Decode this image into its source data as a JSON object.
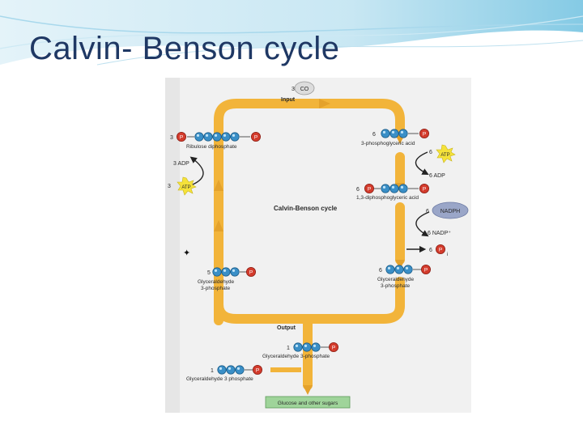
{
  "slide": {
    "title": "Calvin- Benson cycle"
  },
  "diagram": {
    "center_label": "Calvin-Benson cycle",
    "input": {
      "count": "3",
      "molecule": "CO",
      "label": "Input"
    },
    "output": {
      "label": "Output"
    },
    "left": {
      "rubp": {
        "count": "3",
        "name": "Ribulose diphosphate"
      },
      "adp": "3 ADP",
      "atp": {
        "count": "3",
        "label": "ATP"
      },
      "g3p": {
        "count": "5",
        "name_line1": "Glyceraldehyde",
        "name_line2": "3-phosphate"
      }
    },
    "right": {
      "pga": {
        "count": "6",
        "name": "3-phosphoglyceric acid"
      },
      "atp": {
        "count": "6",
        "label": "ATP"
      },
      "adp": "6 ADP",
      "bpg": {
        "count": "6",
        "name": "1,3-diphosphoglyceric acid"
      },
      "nadph": {
        "count": "6",
        "label": "NADPH"
      },
      "nadp": "6 NADP⁺",
      "pi": {
        "count": "6",
        "suffix": "i"
      },
      "g3p": {
        "count": "6",
        "name_line1": "Glyceraldehyde",
        "name_line2": "3-phosphate"
      }
    },
    "bottom": {
      "output_g3p": {
        "count": "1",
        "name": "Glyceraldehyde 3-phosphate"
      },
      "second_g3p": {
        "count": "1",
        "name": "Glyceraldehyde 3 phosphate"
      },
      "final_box": "Glucose and other sugars"
    },
    "phosphate_symbol": "P",
    "colors": {
      "arrow": "#f2b43a",
      "carbon": "#3a8fc7",
      "phosphate": "#d33b2c",
      "atp_burst": "#f5e23a",
      "nadph": "#9aa6c8",
      "final_box": "#9fd49a"
    }
  }
}
